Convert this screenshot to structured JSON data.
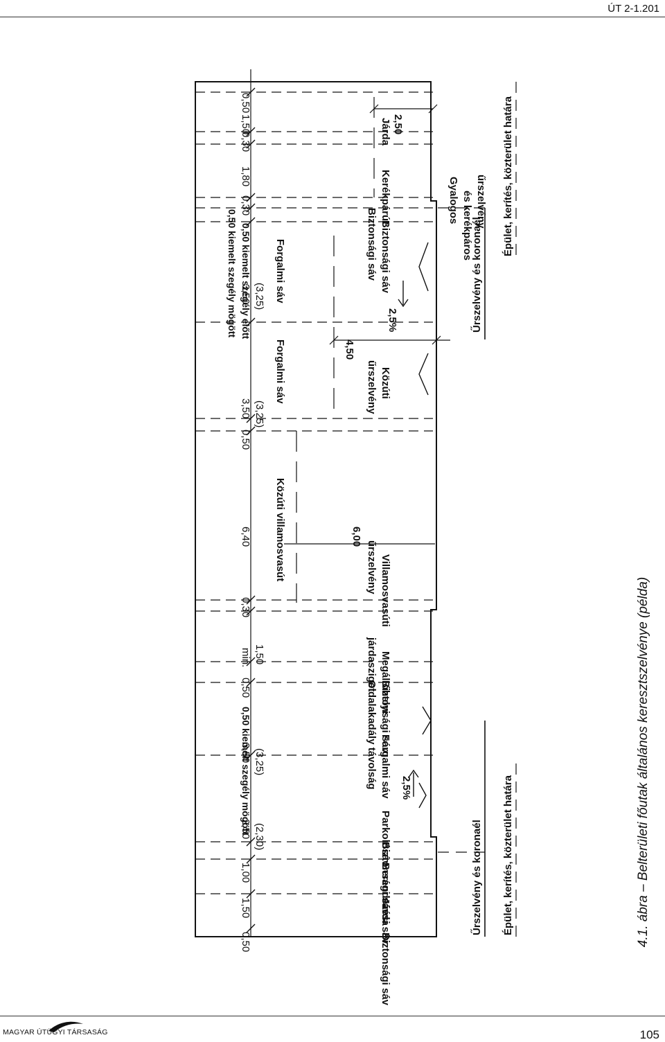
{
  "header": {
    "doc_code": "ÚT 2-1.201"
  },
  "footer": {
    "publisher": "MAGYAR ÚTÜGYI TÁRSASÁG",
    "page_number": "105"
  },
  "caption": "4.1. ábra – Belterületi főutak általános keresztszelvénye (példa)",
  "dims_top": {
    "d1": "0,50",
    "d2": "1,50",
    "d3": "1,00",
    "d4": "0,50 kiemelt szegély mögött",
    "d5": "2,50",
    "d5b": "(2,30)",
    "d6": "3,50",
    "d6b": "(3,25)",
    "d7": "0,50",
    "d8": "min.",
    "d8b": "1,50",
    "d9": "0,30",
    "d10": "6,40",
    "d11": "0,50",
    "d12": "3,50",
    "d12b": "(3,25)",
    "d13": "3,50",
    "d13b": "(3,25)",
    "d14": "0,50 kiemelt szegély előtt",
    "d15": "0,50 kiemelt szegély mögött",
    "d16": "0,30",
    "d17": "1,80",
    "d18": "0,30",
    "d19": "1,50",
    "d20": "0,50"
  },
  "labels": {
    "l1": "Biztonsági sáv",
    "l2": "Járda",
    "l3": "Berendezési sáv",
    "l4": "Biztonsági sáv",
    "l5": "Parkolósáv",
    "l6": "Forgalmi sáv",
    "l7": "Biztonsági sáv",
    "l8": "Oldalakadály távolság",
    "l9": "Megállóhelyi",
    "l10": "járdasziget",
    "l11": "Közúti villamosvasút",
    "l12": "Villamosvasúti",
    "l13": "űrszelvény",
    "l14": "6,00",
    "l15": "Forgalmi sáv",
    "l16": "Forgalmi sáv",
    "l17": "Közúti",
    "l18": "űrszelvény",
    "l19": "4,50",
    "l20": "Biztonsági sáv",
    "l21": "Biztonsági sáv",
    "l22": "Kerékpárút",
    "l23": "Járda",
    "l24": "2,50",
    "l25": "Gyalogos",
    "l26": "és kerékpáros",
    "l27": "űrszelvény",
    "l28": "Űrszelvény és koronaél",
    "l29": "Épület, kerítés, közterület határa",
    "l30": "Űrszelvény és koronaél",
    "l31": "Épület, kerítés, közterület határa",
    "slope1": "2,5%",
    "slope2": "2,5%"
  }
}
